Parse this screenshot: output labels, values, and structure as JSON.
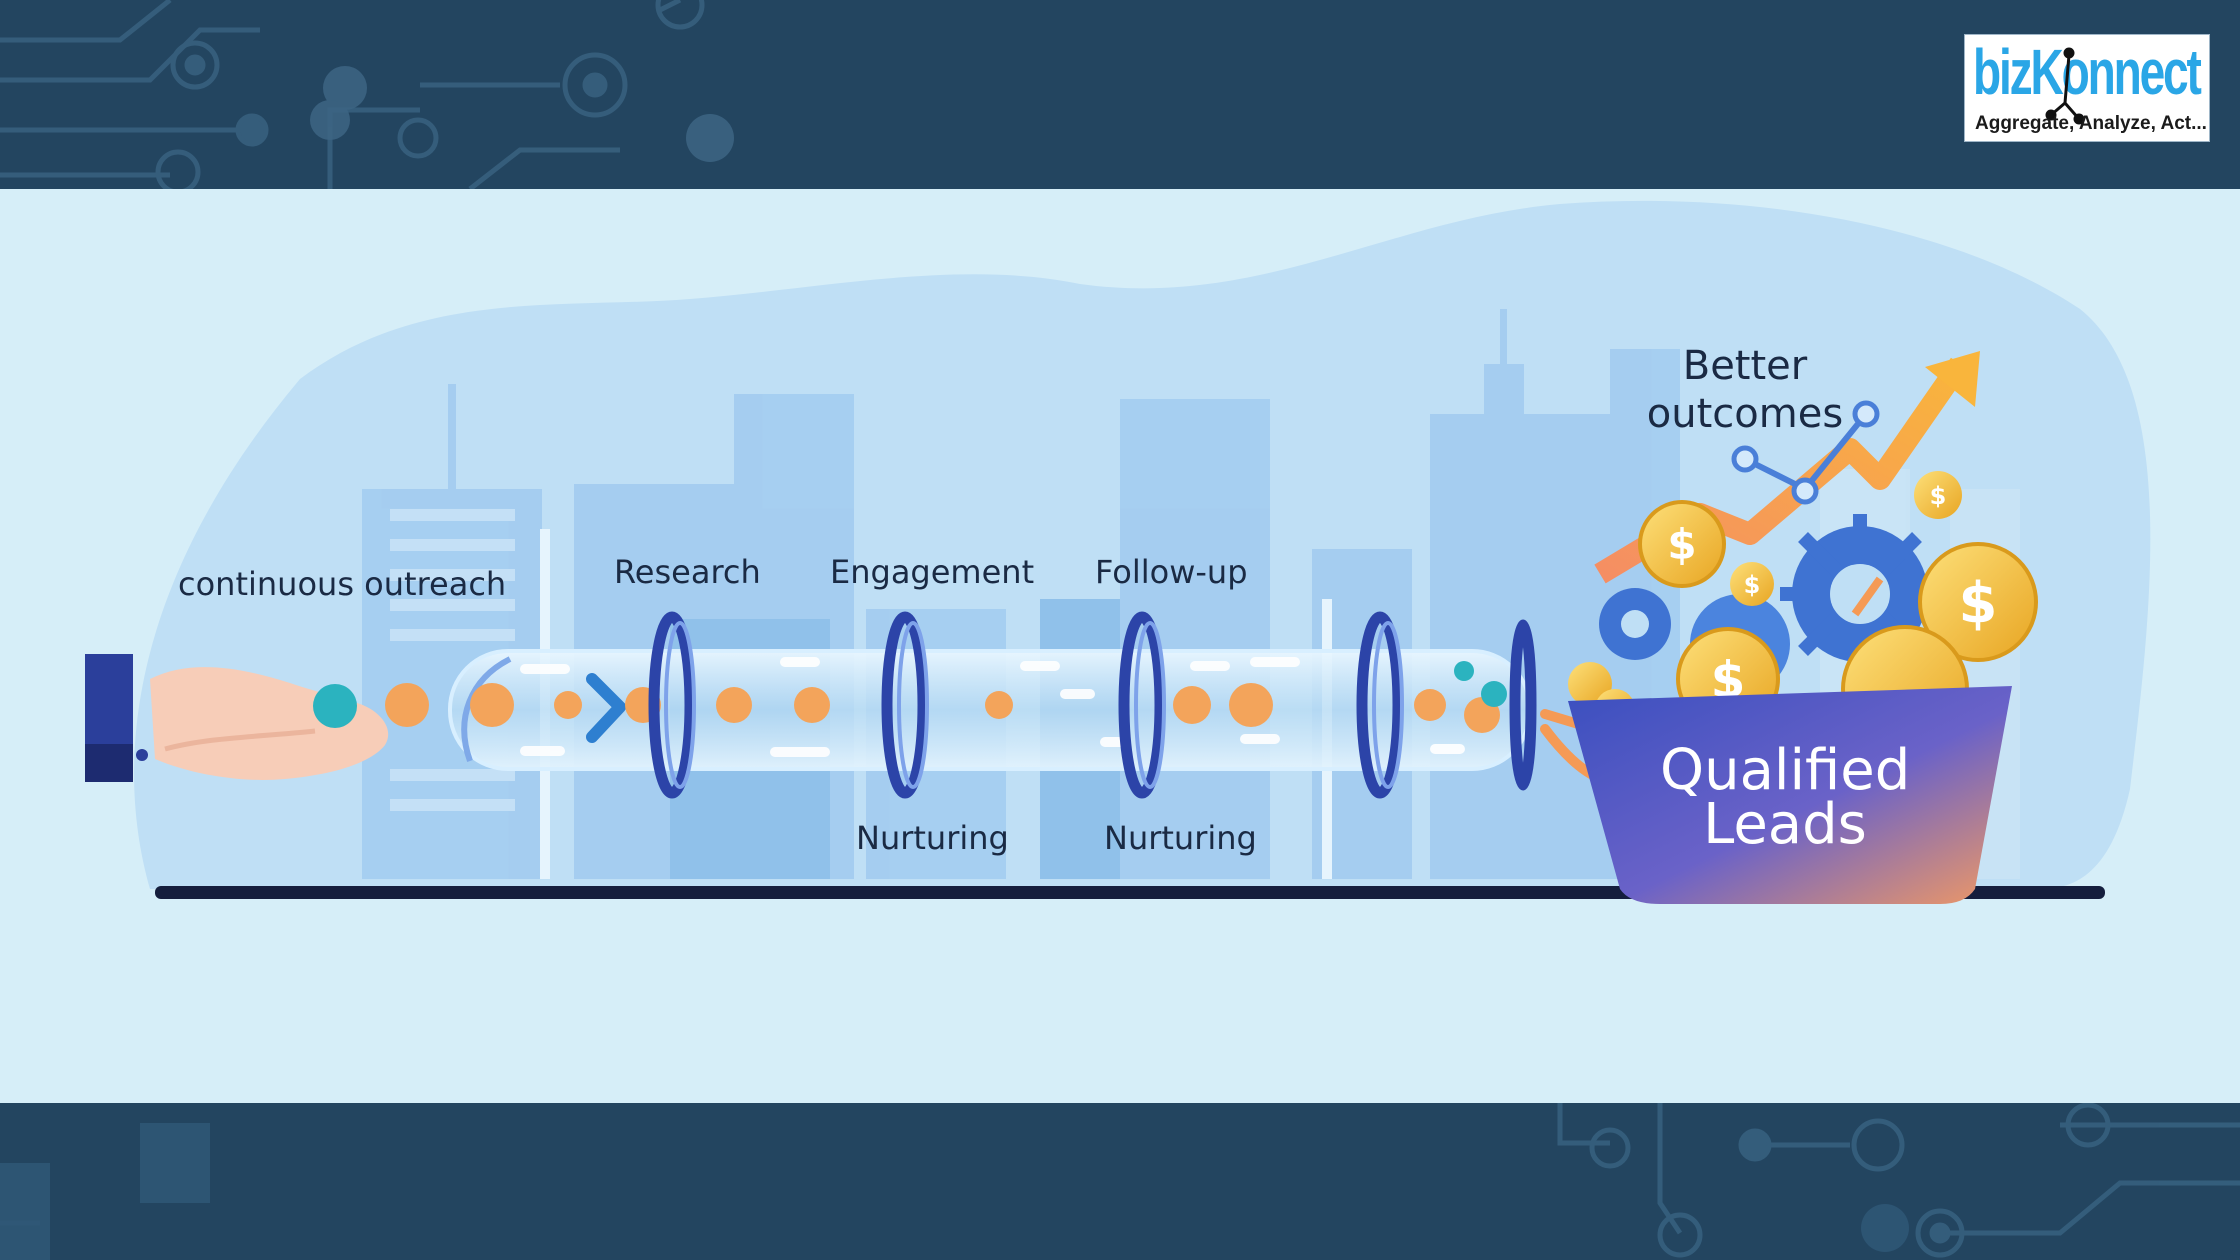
{
  "brand": {
    "name": "bizKonnect",
    "tagline": "Aggregate, Analyze, Act...",
    "logo_color": "#2aa6e6"
  },
  "diagram": {
    "stages": {
      "outreach": "continuous outreach",
      "research": "Research",
      "engagement": "Engagement",
      "followup": "Follow-up",
      "nurturing_1": "Nurturing",
      "nurturing_2": "Nurturing"
    },
    "outcome": {
      "line1": "Better",
      "line2": "outcomes"
    },
    "result": {
      "line1": "Qualified",
      "line2": "Leads"
    }
  },
  "colors": {
    "frame": "#234560",
    "panel": "#d6eef8",
    "ring": "#2c44a8",
    "lead_dot": "#f5a05a",
    "coin": "#f3c13a",
    "arrow": "#f7a33f",
    "baseline": "#151e3d"
  },
  "icons": [
    "hand-icon",
    "gear-icon",
    "coin-icon",
    "growth-arrow-icon",
    "city-skyline"
  ]
}
